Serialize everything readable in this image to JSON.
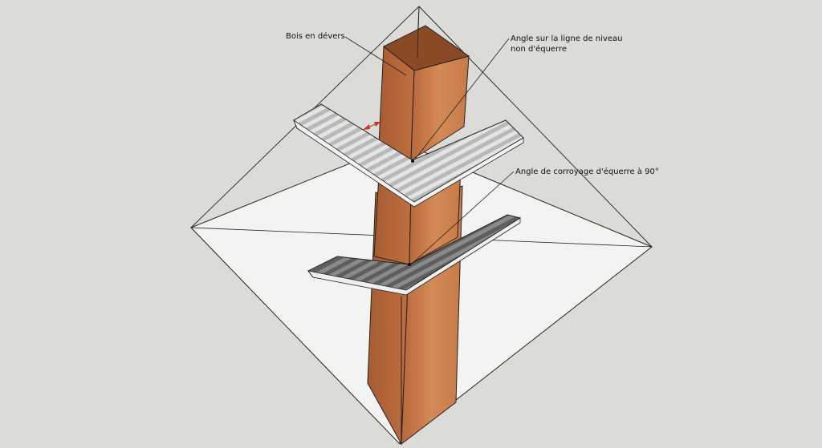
{
  "labels": {
    "bois_en_devers": "Bois en dévers",
    "angle_niveau_line1": "Angle sur la ligne de niveau",
    "angle_niveau_line2": "non d'équerre",
    "angle_corroyage": "Angle de corroyage d'équerre à 90°"
  },
  "colors": {
    "background": "#dcdbd7",
    "ground": "#f3f3f2",
    "wood_front": "#c8794a",
    "wood_side": "#b46a3e",
    "wood_top": "#8a4a25",
    "square_light": "#d9d9d9",
    "square_dark": "#6a6a6a",
    "arrow_red": "#c0392b"
  }
}
